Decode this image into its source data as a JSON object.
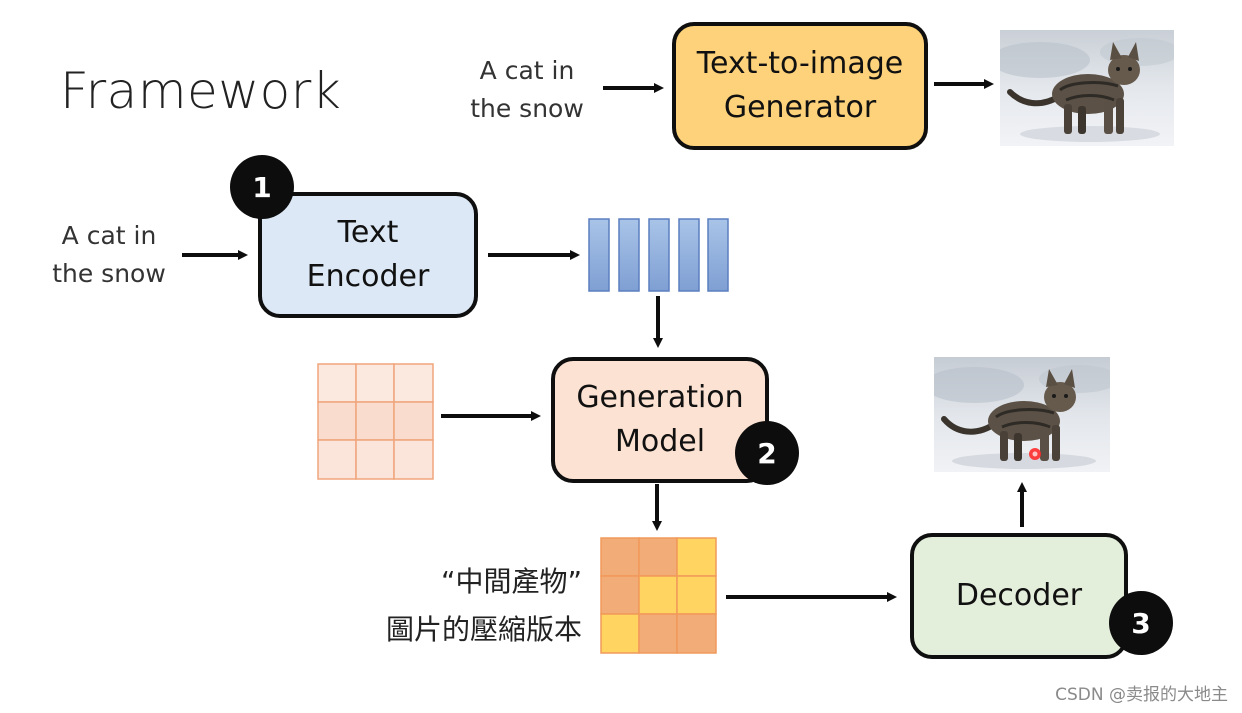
{
  "title": "Framework",
  "top_flow": {
    "prompt_line1": "A cat in",
    "prompt_line2": "the snow",
    "generator_line1": "Text-to-image",
    "generator_line2": "Generator",
    "output_image_icon": "cat-in-snow-photo"
  },
  "main_flow": {
    "prompt_line1": "A cat in",
    "prompt_line2": "the snow",
    "encoder_line1": "Text",
    "encoder_line2": "Encoder",
    "encoder_badge": "1",
    "generation_line1": "Generation",
    "generation_line2": "Model",
    "generation_badge": "2",
    "decoder_label": "Decoder",
    "decoder_badge": "3",
    "intermediate_line1": "“中間產物”",
    "intermediate_line2": "圖片的壓縮版本",
    "output_image_icon": "cat-in-snow-photo"
  },
  "colors": {
    "generator_fill": "#fdd27a",
    "encoder_fill": "#dce8f5",
    "generation_fill": "#fbe2d2",
    "decoder_fill": "#e3eedb",
    "token_fill": "#8fb0dc",
    "noise_grid_fill": "#fbe5da",
    "latent_orange": "#f2ac78",
    "latent_yellow": "#ffd461"
  },
  "watermark": "CSDN @卖报的大地主"
}
